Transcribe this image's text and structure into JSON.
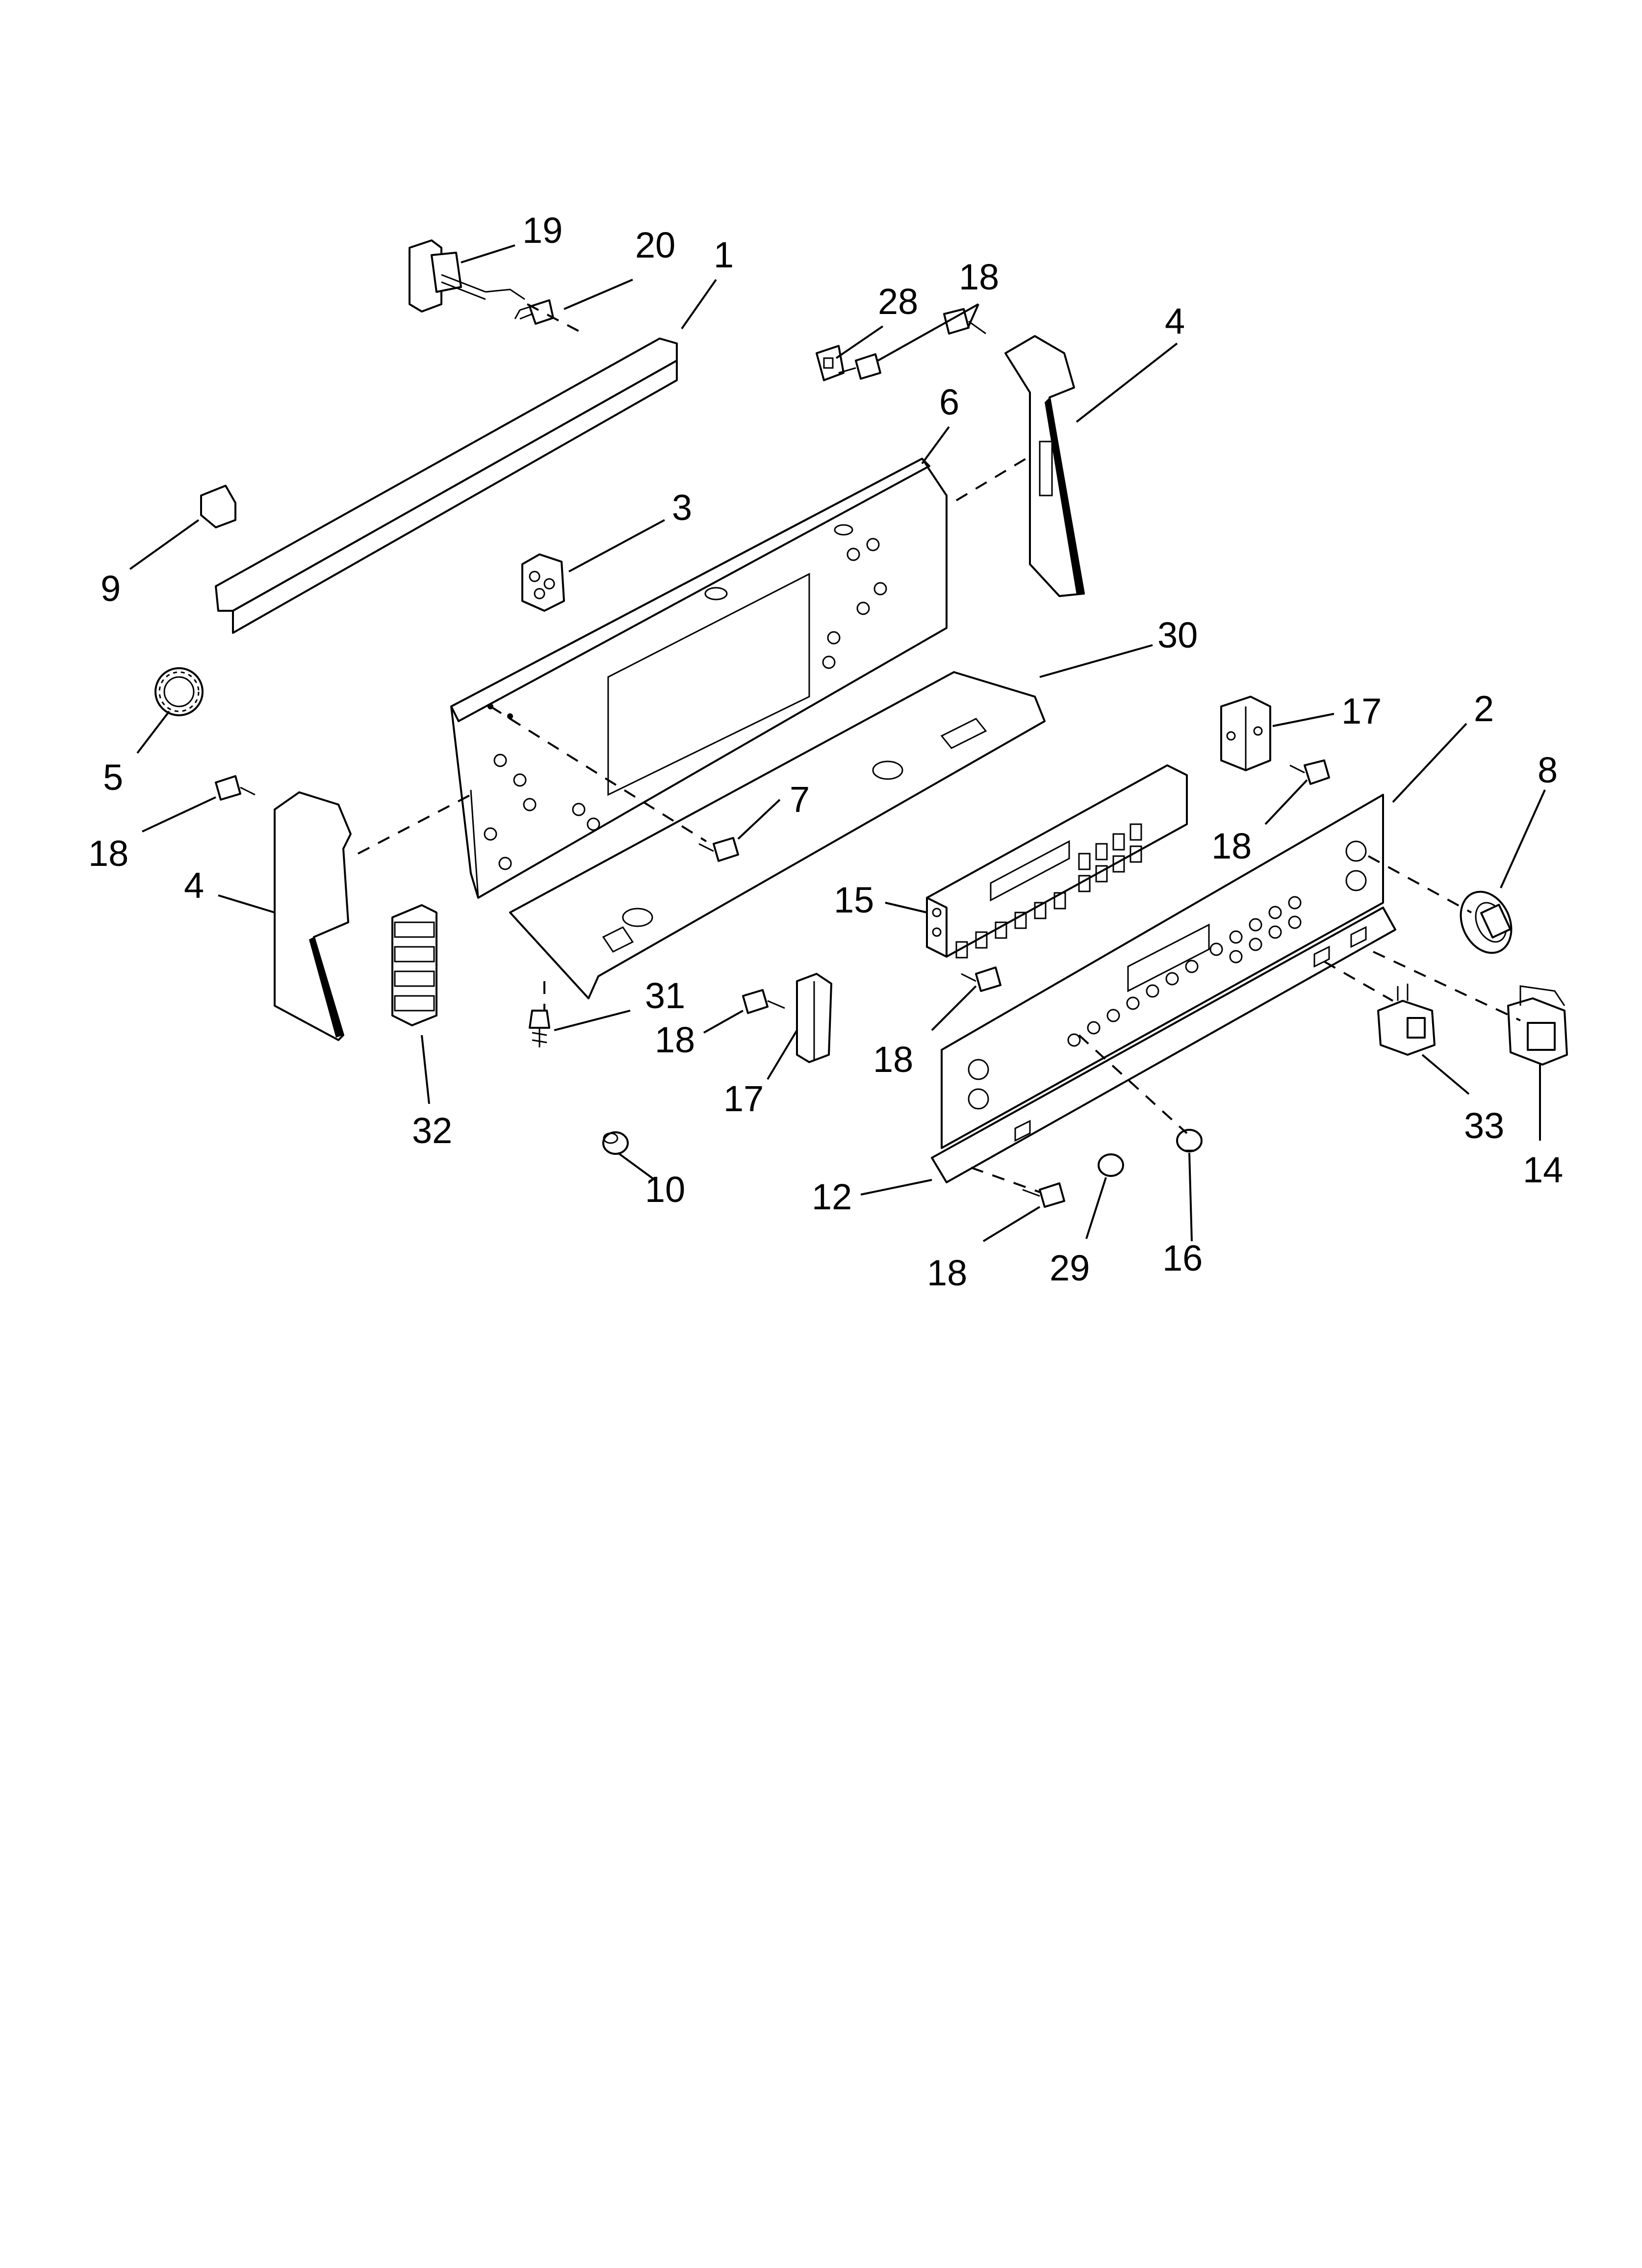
{
  "diagram": {
    "type": "exploded-parts-view",
    "colors": {
      "line": "#000000",
      "background": "#ffffff"
    },
    "callouts": [
      {
        "id": "c19",
        "label": "19"
      },
      {
        "id": "c20",
        "label": "20"
      },
      {
        "id": "c1",
        "label": "1"
      },
      {
        "id": "c18a",
        "label": "18"
      },
      {
        "id": "c28",
        "label": "28"
      },
      {
        "id": "c4a",
        "label": "4"
      },
      {
        "id": "c6",
        "label": "6"
      },
      {
        "id": "c3",
        "label": "3"
      },
      {
        "id": "c9",
        "label": "9"
      },
      {
        "id": "c30",
        "label": "30"
      },
      {
        "id": "c17a",
        "label": "17"
      },
      {
        "id": "c2",
        "label": "2"
      },
      {
        "id": "c8",
        "label": "8"
      },
      {
        "id": "c5",
        "label": "5"
      },
      {
        "id": "c7",
        "label": "7"
      },
      {
        "id": "c18b",
        "label": "18"
      },
      {
        "id": "c18c",
        "label": "18"
      },
      {
        "id": "c4b",
        "label": "4"
      },
      {
        "id": "c15",
        "label": "15"
      },
      {
        "id": "c31",
        "label": "31"
      },
      {
        "id": "c18d",
        "label": "18"
      },
      {
        "id": "c18e",
        "label": "18"
      },
      {
        "id": "c17b",
        "label": "17"
      },
      {
        "id": "c32",
        "label": "32"
      },
      {
        "id": "c33",
        "label": "33"
      },
      {
        "id": "c14",
        "label": "14"
      },
      {
        "id": "c10",
        "label": "10"
      },
      {
        "id": "c12",
        "label": "12"
      },
      {
        "id": "c18f",
        "label": "18"
      },
      {
        "id": "c29",
        "label": "29"
      },
      {
        "id": "c16",
        "label": "16"
      }
    ]
  }
}
